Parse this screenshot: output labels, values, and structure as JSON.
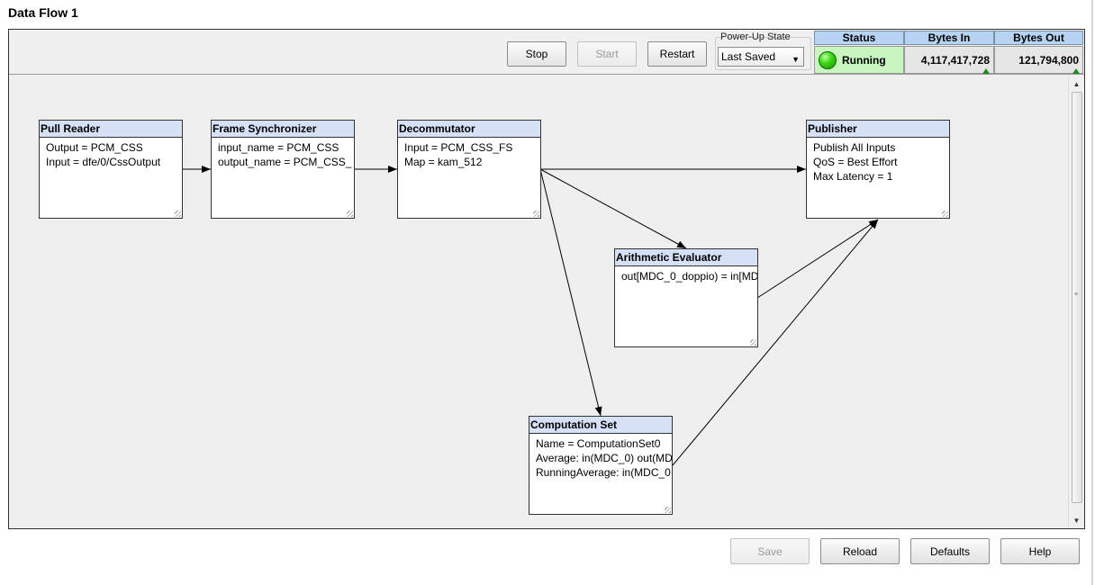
{
  "window": {
    "title": "Data Flow 1"
  },
  "toolbar": {
    "stop_label": "Stop",
    "start_label": "Start",
    "restart_label": "Restart",
    "powerup_label": "Power-Up State",
    "powerup_value": "Last Saved"
  },
  "status": {
    "headers": {
      "status": "Status",
      "bytes_in": "Bytes In",
      "bytes_out": "Bytes Out"
    },
    "state": "Running",
    "bytes_in": "4,117,417,728",
    "bytes_out": "121,794,800",
    "running_color": "#c8f5c0"
  },
  "nodes": {
    "pull_reader": {
      "title": "Pull Reader",
      "lines": [
        "Output = PCM_CSS",
        "Input = dfe/0/CssOutput"
      ]
    },
    "frame_sync": {
      "title": "Frame Synchronizer",
      "lines": [
        "input_name = PCM_CSS",
        "output_name = PCM_CSS_"
      ]
    },
    "decommutator": {
      "title": "Decommutator",
      "lines": [
        "Input = PCM_CSS_FS",
        "Map = kam_512"
      ]
    },
    "publisher": {
      "title": "Publisher",
      "lines": [
        "Publish All Inputs",
        "QoS =  Best Effort",
        "Max Latency = 1"
      ]
    },
    "arith_eval": {
      "title": "Arithmetic Evaluator",
      "lines": [
        "out[MDC_0_doppio) = in[MD"
      ]
    },
    "comp_set": {
      "title": "Computation Set",
      "lines": [
        "Name = ComputationSet0",
        "Average: in(MDC_0) out(MD",
        "RunningAverage: in(MDC_0"
      ]
    }
  },
  "footer": {
    "save_label": "Save",
    "reload_label": "Reload",
    "defaults_label": "Defaults",
    "help_label": "Help"
  },
  "colors": {
    "node_title_bg": "#d6e1f7",
    "status_header_bg": "#b7d3f2"
  }
}
